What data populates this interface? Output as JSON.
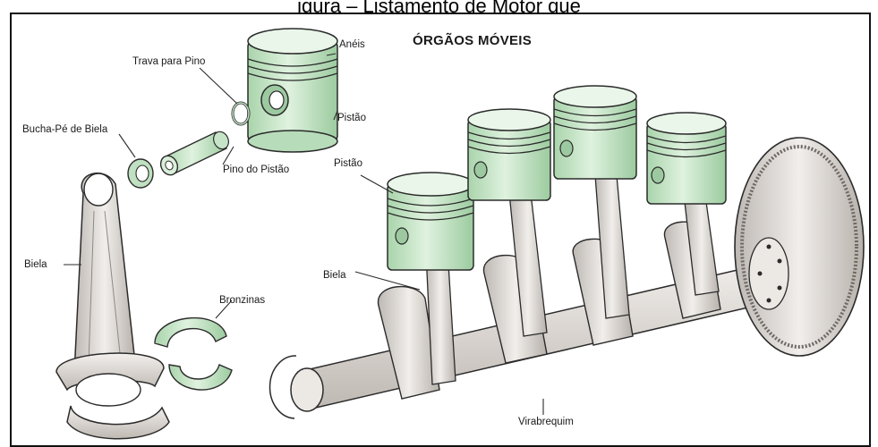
{
  "caption": "igura – Listamento de Motor que",
  "heading": "ÓRGÃOS MÓVEIS",
  "labels": {
    "aneis": "Anéis",
    "pistao_top": "Pistão",
    "trava": "Trava para Pino",
    "bucha": "Bucha-Pé de Biela",
    "pino": "Pino do Pistão",
    "biela_left": "Biela",
    "bronzinas": "Bronzinas",
    "pistao_right": "Pistão",
    "biela_right": "Biela",
    "virabrequim": "Virabrequim"
  },
  "colors": {
    "piston_green": "#cfe9cf",
    "metal": "#e4e0dc",
    "outline": "#2b2b2b"
  }
}
